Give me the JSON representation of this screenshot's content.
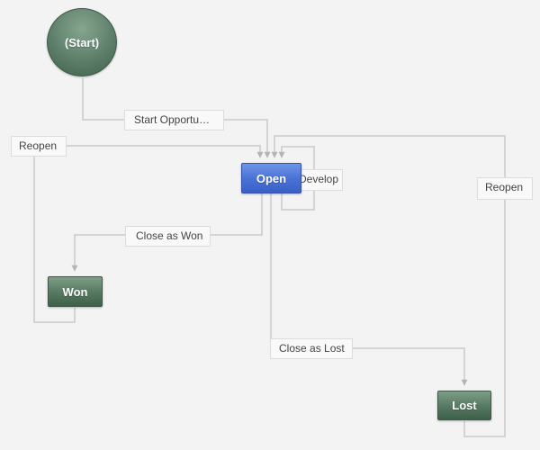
{
  "nodes": {
    "start": "(Start)",
    "open": "Open",
    "won": "Won",
    "lost": "Lost"
  },
  "edges": {
    "start_opportunity": "Start Opportun…",
    "reopen_from_won": "Reopen",
    "develop": "Develop",
    "reopen_from_lost": "Reopen",
    "close_as_won": "Close as Won",
    "close_as_lost": "Close as Lost"
  },
  "colors": {
    "background": "#f3f3f3",
    "edge_line": "#c8c8c8",
    "arrow_head": "#b0b0b0",
    "state_node": "#587b63",
    "selected_node": "#4a73d8",
    "label_background": "#f9f9f9",
    "label_border": "#dcdcdc"
  }
}
